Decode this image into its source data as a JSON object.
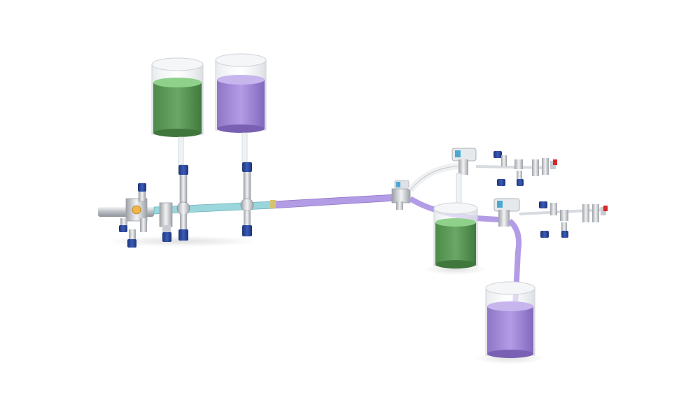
{
  "scene": {
    "kind": "3D render of a liquid dosing / pipeline system",
    "colors": {
      "background": "#ffffff",
      "green_liquid": "#5f9a5a",
      "green_liquid_top": "#8fd08a",
      "purple_liquid": "#a58fd4",
      "purple_liquid_top": "#c7b5ee",
      "pipe_purple": "#a78be0",
      "pipe_cyan": "#8ecfd6",
      "pipe_steel": "#c9ccd0",
      "actuator_blue": "#2c4a9a",
      "accent_red": "#d8262b",
      "glass": "#eef0f2"
    },
    "source_tanks": [
      {
        "name": "green-source-tank",
        "liquid": "green"
      },
      {
        "name": "purple-source-tank",
        "liquid": "purple"
      }
    ],
    "receiving_tanks": [
      {
        "name": "green-receiving-tank",
        "liquid": "green"
      },
      {
        "name": "purple-receiving-tank",
        "liquid": "purple"
      }
    ],
    "valve_clusters": [
      {
        "name": "manifold-valve-cluster"
      },
      {
        "name": "splitter-valve"
      },
      {
        "name": "upper-branch-actuator"
      },
      {
        "name": "lower-branch-actuator"
      }
    ],
    "icons": [
      "valve-icon",
      "actuator-icon",
      "red-cap-icon"
    ]
  }
}
